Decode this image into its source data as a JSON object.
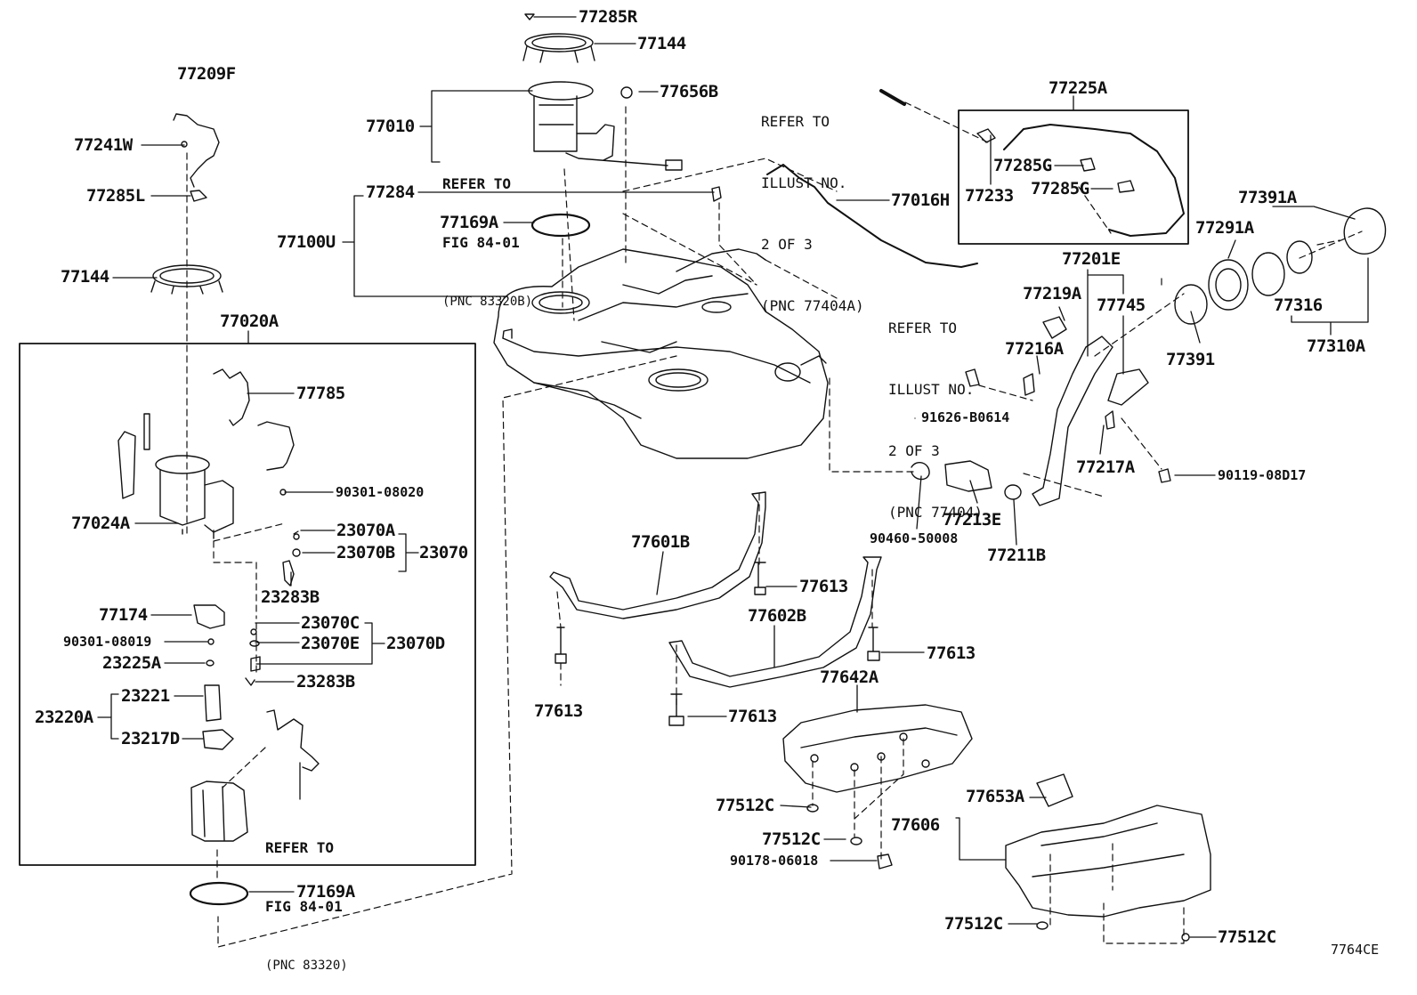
{
  "diagram_id": "7764CE",
  "parts": {
    "p77285R": "77285R",
    "p77144_top": "77144",
    "p77209F": "77209F",
    "p77656B": "77656B",
    "p77241W": "77241W",
    "p77010": "77010",
    "p77285L": "77285L",
    "p77284": "77284",
    "p77169A_top": "77169A",
    "p77100U": "77100U",
    "p77144_left": "77144",
    "p77020A": "77020A",
    "p77785": "77785",
    "p90301_08020": "90301-08020",
    "p77024A": "77024A",
    "p23070A": "23070A",
    "p23070B": "23070B",
    "p23070": "23070",
    "p23283B_a": "23283B",
    "p77174": "77174",
    "p23070C": "23070C",
    "p90301_08019": "90301-08019",
    "p23070E": "23070E",
    "p23070D": "23070D",
    "p23225A": "23225A",
    "p23283B_b": "23283B",
    "p23221": "23221",
    "p23220A": "23220A",
    "p23217D": "23217D",
    "p77169A_bottom": "77169A",
    "p77225A": "77225A",
    "p77016H": "77016H",
    "p77285G_a": "77285G",
    "p77285G_b": "77285G",
    "p77233": "77233",
    "p77391A": "77391A",
    "p77291A": "77291A",
    "p77201E": "77201E",
    "p77219A": "77219A",
    "p77745": "77745",
    "p77316": "77316",
    "p77310A": "77310A",
    "p77216A": "77216A",
    "p77391": "77391",
    "p91626_B0614": "91626-B0614",
    "p77217A": "77217A",
    "p90119_08D17": "90119-08D17",
    "p77213E": "77213E",
    "p90460_50008": "90460-50008",
    "p77211B": "77211B",
    "p77601B": "77601B",
    "p77613_a": "77613",
    "p77602B": "77602B",
    "p77613_b": "77613",
    "p77613_c": "77613",
    "p77613_d": "77613",
    "p77642A": "77642A",
    "p77512C_a": "77512C",
    "p77653A": "77653A",
    "p77512C_b": "77512C",
    "p77606": "77606",
    "p90178_06018": "90178-06018",
    "p77512C_c": "77512C",
    "p77512C_d": "77512C"
  },
  "refs": {
    "fig_top": {
      "line1": "REFER TO",
      "line2": "FIG 84-01",
      "line3": "(PNC 83320B)"
    },
    "fig_bottom": {
      "line1": "REFER TO",
      "line2": "FIG 84-01",
      "line3": "(PNC 83320)"
    },
    "illust_a": {
      "line1": "REFER TO",
      "line2": "ILLUST NO.",
      "line3": "2 OF 3",
      "line4": "(PNC 77404A)"
    },
    "illust_b": {
      "line1": "REFER TO",
      "line2": "ILLUST NO.",
      "line3": "2 OF 3",
      "line4": "(PNC 77404)"
    }
  }
}
